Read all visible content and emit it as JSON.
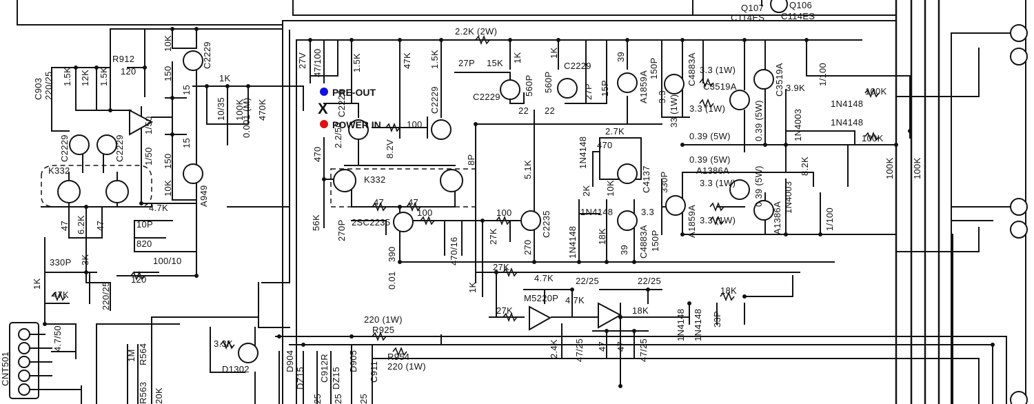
{
  "markers": {
    "pre_out": {
      "label": "PRE-OUT",
      "color": "#1010e0"
    },
    "cut": {
      "label": "X",
      "color": "#e01010"
    },
    "power_in": {
      "label": "POWER IN",
      "color": "#e01010"
    }
  },
  "connector": {
    "label": "CNT501",
    "pins": 5
  },
  "top_labels": {
    "q107": "Q107",
    "c114es_a": "C114ES",
    "q106": "Q106",
    "c114es_b": "C114ES"
  },
  "components": {
    "c903": "C903",
    "c903_val": "220/25",
    "r_15k_a": "1.5K",
    "r_12k": "12K",
    "r_15k_b": "1.5K",
    "r912": "R912",
    "r912_val": "120",
    "r_10k_a": "10K",
    "r_150_a": "150",
    "q_c2229_a": "C2229",
    "r_15_a": "15",
    "c_150": "1/50",
    "c_150b": "1/50",
    "r_15_b": "15",
    "r_150_b": "150",
    "r_10k_b": "10K",
    "q_a949": "A949",
    "r_47k_a": "4.7K",
    "c_10p": "10P",
    "r_820": "820",
    "c_100_10": "100/10",
    "r_1k_a": "1K",
    "c_10_35": "10/35",
    "r_100k_a": "100K",
    "c_0001": "0.001 (M)",
    "r_470k": "470K",
    "q_c2229_b": "C2229",
    "q_c2229_c": "C2229",
    "q_k332_a": "K332",
    "r_47_a": "47",
    "r_62k": "6.2K",
    "r_47_b": "47",
    "c_330p": "330P",
    "r_3k": "3K",
    "r_1k_b": "1K",
    "r_47k_b": "47K",
    "c_47_50": "4.7/50",
    "c_220_25": "220/25",
    "r_120": "120",
    "c_27v": "27V",
    "c_47_100": "47/100",
    "r_15k_c": "1.5K",
    "r_47k_c": "47K",
    "r_15k_d": "1.5K",
    "r_22k": "2.2K (2W)",
    "c_27p_a": "27P",
    "r_15k_e": "15K",
    "r_1k_c": "1K",
    "r_1k_d": "1K",
    "q_c2229_d": "C2229",
    "r_39": "39",
    "c_150p_a": "150P",
    "q_c4883a_a": "C4883A",
    "r_33_1w_a": "3.3 (1W)",
    "q_c3519a_a": "C3519A",
    "q_c3519a_b": "C3519A",
    "r_33_1w_b": "3.3 (1W)",
    "c_1_100_a": "1/100",
    "r_39k": "3.9K",
    "d_1n4148_a": "1N4148",
    "r_100k_b": "100K",
    "q_c2229_e": "C2229",
    "c_560p_a": "560P",
    "c_560p_b": "560P",
    "r_22_a": "22",
    "r_22_b": "22",
    "c_27p_b": "27P",
    "c_15p": "15P",
    "q_a1859a_a": "A1859A",
    "r_33": "3.3",
    "r_33_1w_c": "33 (1W)",
    "r_039_5w_a": "0.39 (5W)",
    "r_039_5w_b": "0.39 (5W)",
    "d_1n4003_a": "1N4003",
    "d_1n4148_b": "1N4148",
    "r_100k_c": "100K",
    "q_c2229_f": "C2229",
    "c_22_5": "2.2/50",
    "r_100": "100",
    "q_c2229_g": "C2229",
    "r_470": "470",
    "z_82v": "8.2V",
    "q_k332_b": "K332",
    "c_8p": "8P",
    "r_51k": "5.1K",
    "d_1n4148_c": "1N4148",
    "r_27k_a": "2.7K",
    "r_470_b": "470",
    "q_c4137": "C4137",
    "c_330p_b": "330P",
    "r_039_5w_c": "0.39 (5W)",
    "q_a1386a_a": "A1386A",
    "r_039_5w_d": "0.39 (5W)",
    "r_33_1w_d": "3.3 (1W)",
    "r_82k": "8.2K",
    "d_1n4003_b": "1N4003",
    "r_100k_d": "100K",
    "r_100k_e": "100K",
    "r_2k": "2K",
    "r_10k_c": "10K",
    "r_56k": "56K",
    "c_270p": "270P",
    "q_2sc2235": "2SC2235",
    "r_47_c": "47",
    "r_47_d": "47",
    "r_100_b": "100",
    "r_100_c": "100",
    "q_c2235": "C2235",
    "d_1n4148_d": "1N4148",
    "d_1n4148_e": "1N4148",
    "r_18k_a": "18K",
    "q_c4883a_b": "C4883A",
    "r_33_b": "3.3",
    "c_150p_b": "150P",
    "q_a1859a_b": "A1859A",
    "r_33_1w_e": "3.3 (1W)",
    "q_a1386a_b": "A1386A",
    "c_1_100_b": "1/100",
    "r_390": "390",
    "c_470_16": "470/16",
    "r_27k_b": "27K",
    "r_270": "270",
    "r_39_b": "39",
    "c_001": "0.01",
    "r_27k_c": "27K",
    "r_47k_d": "4.7K",
    "ic_m5220p": "M5220P",
    "c_22_25_a": "22/25",
    "c_22_25_b": "22/25",
    "r_1k_e": "1K",
    "r_27k_d": "27K",
    "r_47k_e": "4.7K",
    "r_18k_b": "18K",
    "d_1n4148_f": "1N4148",
    "d_1n4148_g": "1N4148",
    "c_33p": "33P",
    "r_18k_c": "18K",
    "r_24k": "2.4K",
    "c_47_25_a": "47/25",
    "c_47_25_b": "47/25",
    "c_47_a": "47",
    "c_47_b": "47",
    "r_220_1w_a": "220 (1W)",
    "r925": "R925",
    "r954": "R954",
    "r954_val": "220 (1W)",
    "r_1m": "1M",
    "r564": "R564",
    "r_33k": "3.3K",
    "q_d1302": "D1302",
    "d904": "D904",
    "dz15_a": "DZ15",
    "c912r": "C912R",
    "dz15_b": "DZ15",
    "d905": "D905",
    "c911": "C911",
    "r_20k": "20K",
    "r563": "R563",
    "r_25a": "25",
    "r_25b": "25",
    "r_25c": "25"
  }
}
